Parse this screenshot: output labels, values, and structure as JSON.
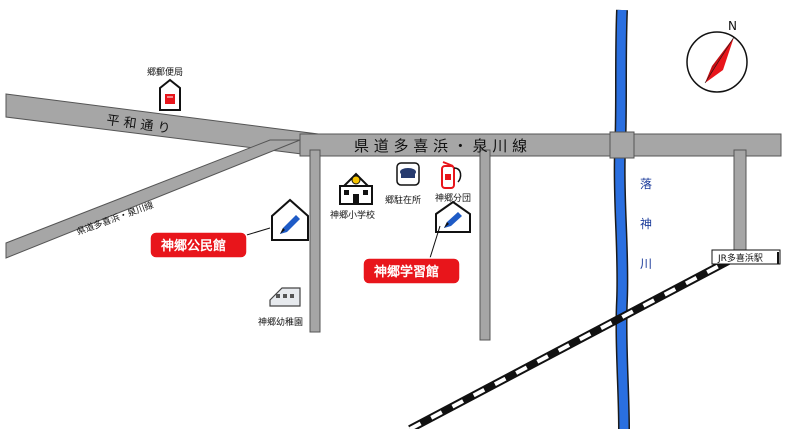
{
  "map": {
    "roads": {
      "heiwa": "平 和 通 り",
      "prefectural_main": "県 道 多 喜 浜 ・ 泉 川 線",
      "prefectural_side": "県道多喜浜・泉川線"
    },
    "river": {
      "name": "落 神 川"
    },
    "river_chars": [
      "落",
      "神",
      "川"
    ],
    "facilities": {
      "post_office": "郷郵便局",
      "school": "神郷小学校",
      "police": "郷駐在所",
      "fire": "神郷分団",
      "kindergarten": "神郷幼稚園"
    },
    "callouts": {
      "community_hall": "神郷公民館",
      "learning_hall": "神郷学習館"
    },
    "station": "JR多喜浜駅",
    "compass": {
      "north": "N"
    },
    "colors": {
      "road": "#a6a6a6",
      "river": "#2a6fe0",
      "callout": "#e8151b",
      "accent_red": "#e8151b"
    },
    "icons": {
      "house": "house-icon",
      "pencil": "pencil-icon",
      "mailbox": "mailbox-icon",
      "school": "school-icon",
      "police": "police-cap-icon",
      "fire": "fire-extinguisher-icon",
      "kindergarten": "kindergarten-building-icon",
      "compass": "compass-icon"
    }
  }
}
